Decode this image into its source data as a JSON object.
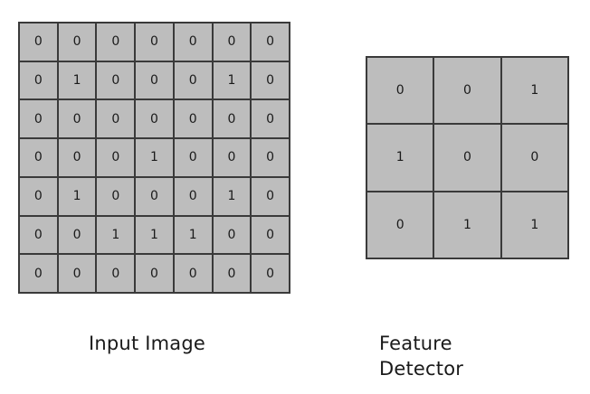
{
  "input_image": {
    "caption": "Input Image",
    "rows": [
      [
        "0",
        "0",
        "0",
        "0",
        "0",
        "0",
        "0"
      ],
      [
        "0",
        "1",
        "0",
        "0",
        "0",
        "1",
        "0"
      ],
      [
        "0",
        "0",
        "0",
        "0",
        "0",
        "0",
        "0"
      ],
      [
        "0",
        "0",
        "0",
        "1",
        "0",
        "0",
        "0"
      ],
      [
        "0",
        "1",
        "0",
        "0",
        "0",
        "1",
        "0"
      ],
      [
        "0",
        "0",
        "1",
        "1",
        "1",
        "0",
        "0"
      ],
      [
        "0",
        "0",
        "0",
        "0",
        "0",
        "0",
        "0"
      ]
    ]
  },
  "feature_detector": {
    "caption_line1": "Feature",
    "caption_line2": "Detector",
    "rows": [
      [
        "0",
        "0",
        "1"
      ],
      [
        "1",
        "0",
        "0"
      ],
      [
        "0",
        "1",
        "1"
      ]
    ]
  }
}
